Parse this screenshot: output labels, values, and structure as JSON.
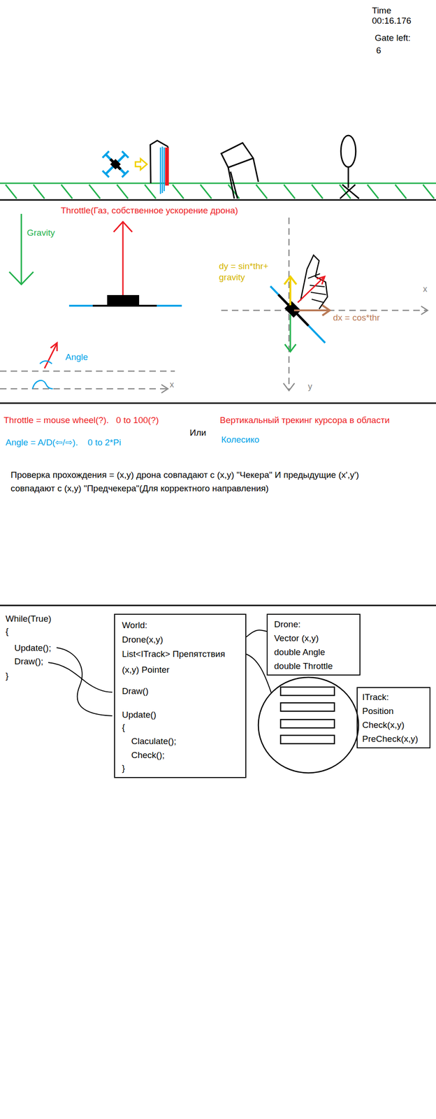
{
  "diagram": {
    "nodes": [
      {
        "text": [
          "World:",
          "Drone(x,y)",
          "List<ITrack> Препятствия",
          "(x,y) Pointer",
          "Draw()",
          "Update()",
          "{",
          "Claculate();",
          "Check();",
          "}"
        ]
      },
      {
        "text": [
          "Drone:",
          "Vector (x,y)",
          "double Angle",
          "double Throttle"
        ]
      },
      {
        "text": [
          "ITrack:",
          "Position",
          "Check(x,y)",
          "PreCheck(x,y)"
        ]
      }
    ],
    "edges": [
      {
        "from": 0,
        "to": 1,
        "arrow": "none"
      }
    ],
    "labels": [
      "Time",
      "00:16.176",
      "Gate left:",
      "6",
      "Throttle(Газ, собственное ускорение дрона)",
      "Gravity",
      "dy = sin*thr+ gravity",
      "x",
      "dx = cos*thr",
      "Angle",
      "x",
      "y",
      "Throttle = mouse wheel(?).   0 to 100(?)",
      "Вертикальный трекинг курсора в области",
      "Или",
      "Angle = A/D(⇦/⇨).    0 to 2*Pi",
      "Колесико",
      "Проверка прохождения = (x,y) дрона совпадают с (x,y) \"Чекера\" И предыдущие (x',y') совпадают с (x,y) \"Предчекера\"(Для корректного направления)",
      "While(True)",
      "{",
      "Update();",
      "Draw();",
      "}"
    ]
  }
}
